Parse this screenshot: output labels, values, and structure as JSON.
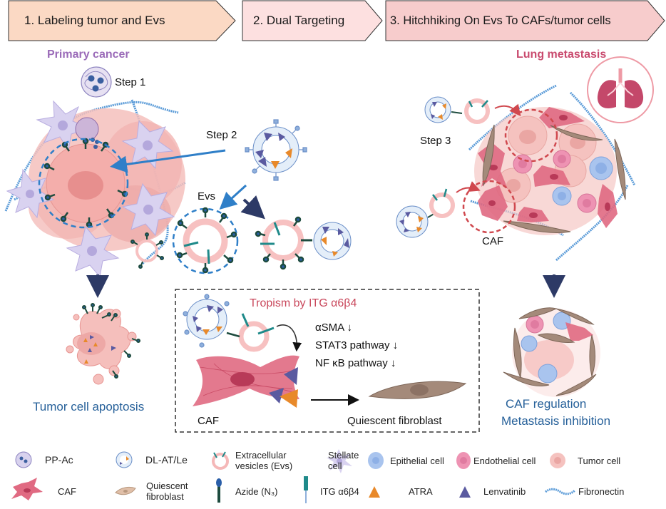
{
  "stages": [
    {
      "label": "1. Labeling tumor and Evs",
      "color": "#fbd9c4"
    },
    {
      "label": "2. Dual Targeting",
      "color": "#fde0e0"
    },
    {
      "label": "3. Hitchhiking On  Evs To CAFs/tumor cells",
      "color": "#f7cccc"
    }
  ],
  "primary": {
    "title": "Primary cancer",
    "step1": "Step 1",
    "step2": "Step 2",
    "evs": "Evs",
    "outcome": "Tumor cell apoptosis"
  },
  "metastasis": {
    "title": "Lung metastasis",
    "step3": "Step 3",
    "caf": "CAF",
    "outcome_line1": "CAF regulation",
    "outcome_line2": "Metastasis inhibition"
  },
  "mechanism_box": {
    "tropism": "Tropism by ITG α6β4",
    "effects": [
      "αSMA ↓",
      "STAT3 pathway ↓",
      "NF κB pathway ↓"
    ],
    "caf_label": "CAF",
    "result_label": "Quiescent fibroblast"
  },
  "legend": {
    "row1": [
      {
        "icon": "pp-ac-icon",
        "label": "PP-Ac"
      },
      {
        "icon": "dl-at-le-icon",
        "label": "DL-AT/Le"
      },
      {
        "icon": "extracellular-vesicle-icon",
        "label_line1": "Extracellular",
        "label_line2": "vesicles (Evs)"
      },
      {
        "icon": "stellate-cell-icon",
        "label_line1": "Stellate",
        "label_line2": "cell"
      },
      {
        "icon": "epithelial-cell-icon",
        "label": "Epithelial cell"
      },
      {
        "icon": "endothelial-cell-icon",
        "label": "Endothelial cell"
      },
      {
        "icon": "tumor-cell-icon",
        "label": "Tumor cell"
      }
    ],
    "row2": [
      {
        "icon": "caf-icon",
        "label": "CAF"
      },
      {
        "icon": "quiescent-fibroblast-icon",
        "label_line1": "Quiescent",
        "label_line2": "fibroblast"
      },
      {
        "icon": "azide-icon",
        "label": "Azide (N₃)"
      },
      {
        "icon": "itg-icon",
        "label": "ITG α6β4"
      },
      {
        "icon": "atra-icon",
        "label": "ATRA"
      },
      {
        "icon": "lenvatinib-icon",
        "label": "Lenvatinib"
      },
      {
        "icon": "fibronectin-icon",
        "label": "Fibronectin"
      }
    ]
  },
  "colors": {
    "primary_title": "#9a6ab8",
    "metastasis_title": "#c94a6e",
    "outcome_blue": "#27619a",
    "atra_orange": "#e8892a",
    "lenvatinib_purple": "#5a5aa0",
    "caf_pink": "#e06a82",
    "fibroblast_brown": "#a48a7a",
    "epithelial_blue": "#a9c4ee",
    "endothelial_pink": "#ee93b3",
    "tumor_pink": "#f5c2bf"
  }
}
